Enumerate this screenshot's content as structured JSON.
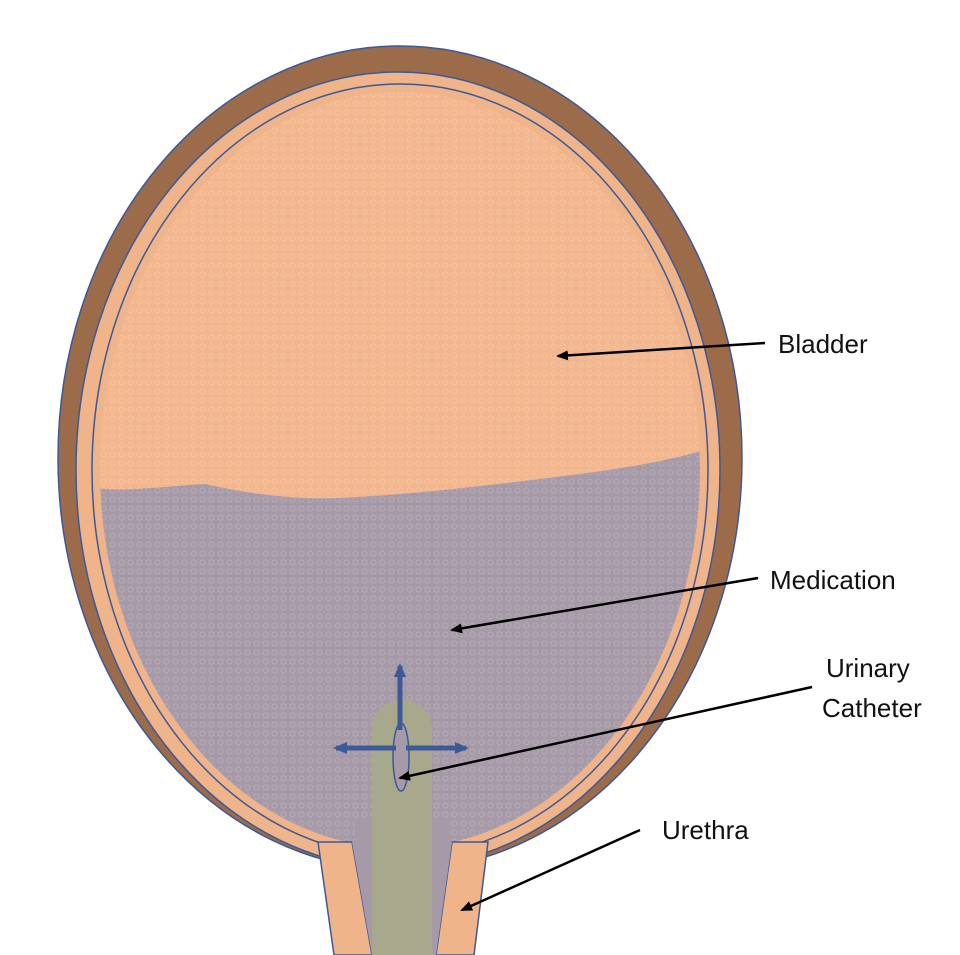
{
  "labels": {
    "bladder": "Bladder",
    "medication": "Medication",
    "catheter_line1": "Urinary",
    "catheter_line2": "Catheter",
    "urethra": "Urethra"
  },
  "colors": {
    "bladder_outer_wall": "#9C6B4A",
    "bladder_wall": "#F0B48A",
    "bladder_contents": "#F2B78F",
    "medication": "#A79AA8",
    "catheter": "#A8A98C",
    "outline": "#3B5998",
    "flow_arrows": "#3D5A96",
    "pointer_arrows": "#000000"
  }
}
